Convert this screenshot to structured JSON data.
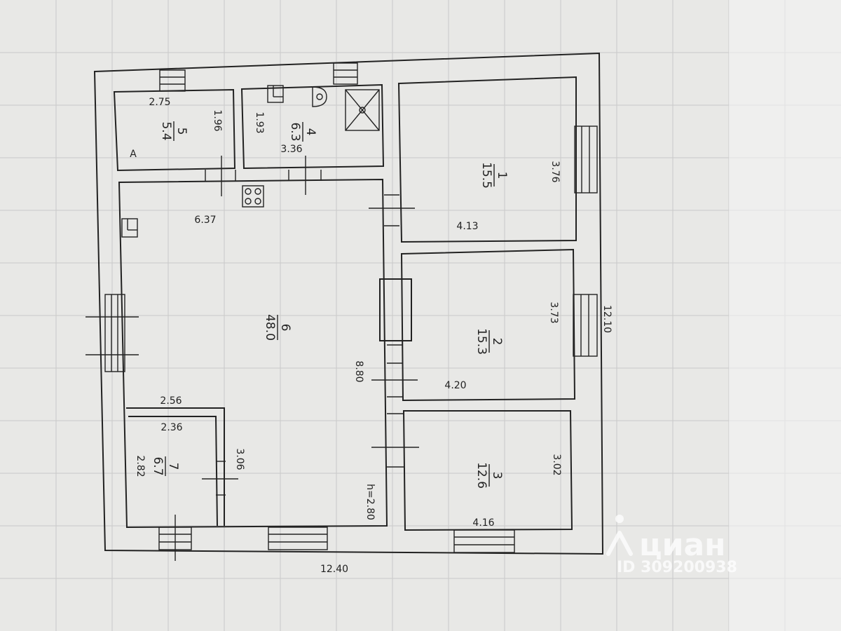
{
  "plan": {
    "rooms": [
      {
        "id": "room-1",
        "number": "1",
        "area": "15.5",
        "dims": [
          "3.76",
          "4.13"
        ]
      },
      {
        "id": "room-2",
        "number": "2",
        "area": "15.3",
        "dims": [
          "3.73",
          "4.20"
        ]
      },
      {
        "id": "room-3",
        "number": "3",
        "area": "12.6",
        "dims": [
          "3.02",
          "4.16"
        ]
      },
      {
        "id": "room-4",
        "number": "4",
        "area": "6.3",
        "dims": [
          "1.93",
          "3.36"
        ]
      },
      {
        "id": "room-5",
        "number": "5",
        "area": "5.4",
        "dims": [
          "2.75",
          "1.96"
        ]
      },
      {
        "id": "room-6",
        "number": "6",
        "area": "48.0",
        "dims": [
          "6.37",
          "8.80"
        ]
      },
      {
        "id": "room-7",
        "number": "7",
        "area": "6.7",
        "dims": [
          "2.56",
          "2.36",
          "2.82",
          "3.06"
        ]
      }
    ],
    "outer_dims": {
      "bottom": "12.40",
      "right": "12.10"
    },
    "ceiling_height": "h=2.80",
    "marker_a": "A"
  },
  "watermark": {
    "brand": "циан",
    "id": "ID 309200938",
    "color": "#ffffff"
  }
}
